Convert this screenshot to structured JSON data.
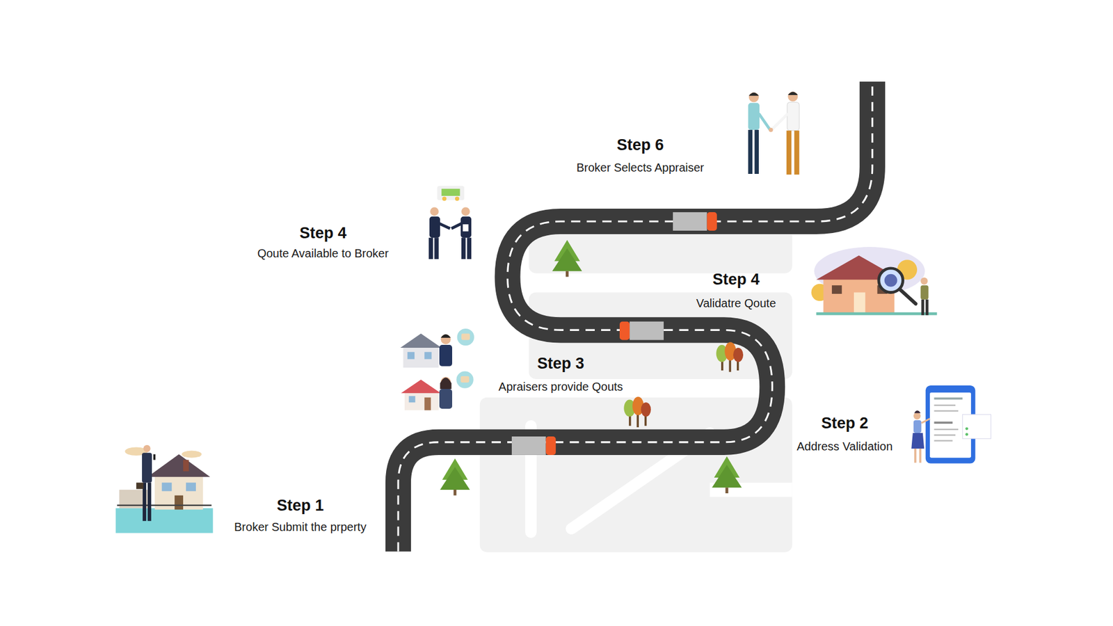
{
  "diagram": {
    "nodes": [
      {
        "text": [
          "Step 1",
          "Broker Submit the prperty"
        ]
      },
      {
        "text": [
          "Step 2",
          "Address Validation"
        ]
      },
      {
        "text": [
          "Step 3",
          "Apraisers provide Qouts"
        ]
      },
      {
        "text": [
          "Step 4",
          "Validatre Qoute"
        ]
      },
      {
        "text": [
          "Step 4",
          "Qoute Available to Broker"
        ]
      },
      {
        "text": [
          "Step 6",
          "Broker Selects Appraiser"
        ]
      }
    ]
  }
}
